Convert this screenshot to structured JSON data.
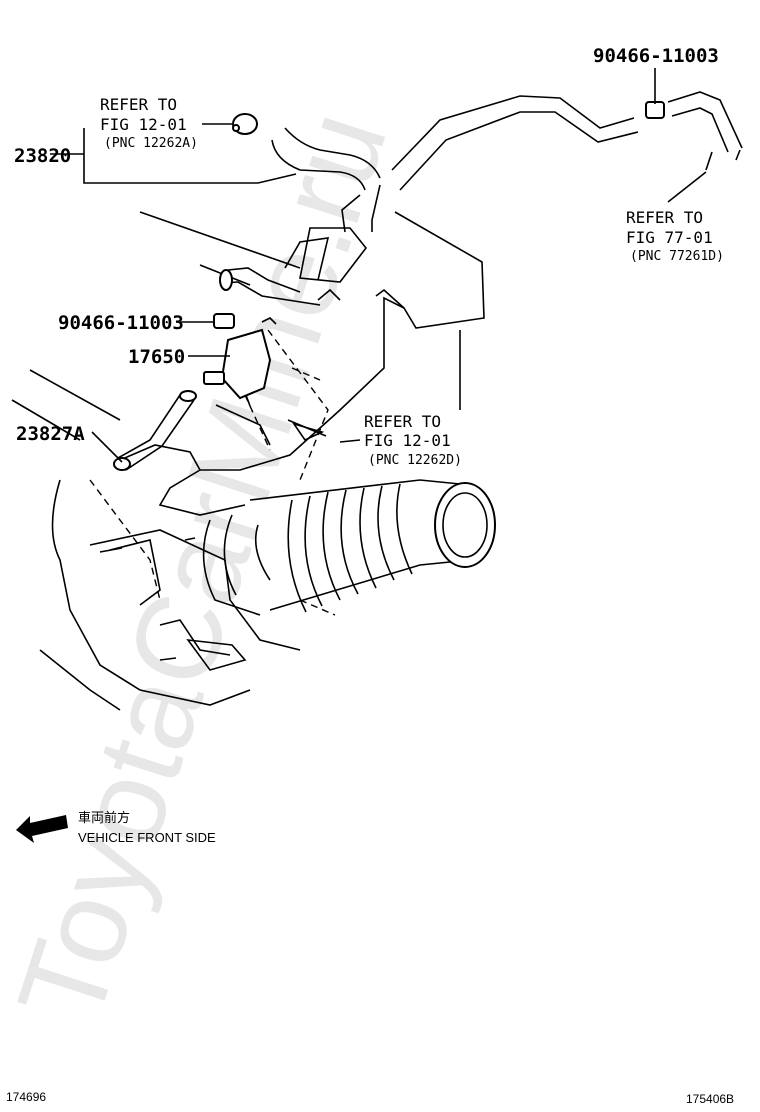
{
  "watermark": "ToyotaCarMine.ru",
  "callouts": [
    {
      "id": "p90466_top",
      "number": "90466-11003"
    },
    {
      "id": "p23820",
      "number": "23820"
    },
    {
      "id": "p90466_mid",
      "number": "90466-11003"
    },
    {
      "id": "p17650",
      "number": "17650"
    },
    {
      "id": "p23827A",
      "number": "23827A"
    }
  ],
  "refs": [
    {
      "id": "ref_a",
      "line1": "REFER TO",
      "line2": "FIG 12-01",
      "line3": "(PNC 12262A)"
    },
    {
      "id": "ref_b",
      "line1": "REFER TO",
      "line2": "FIG 77-01",
      "line3": "(PNC 77261D)"
    },
    {
      "id": "ref_c",
      "line1": "REFER TO",
      "line2": "FIG 12-01",
      "line3": "(PNC 12262D)"
    }
  ],
  "direction": {
    "jp": "車両前方",
    "en": "VEHICLE FRONT SIDE"
  },
  "footer": {
    "left": "174696",
    "right": "175406B"
  }
}
